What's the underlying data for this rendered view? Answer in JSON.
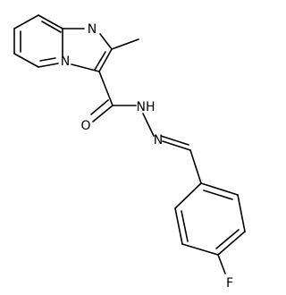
{
  "structure": {
    "atoms": {
      "n_ring": "N",
      "n_bridge": "N",
      "o_carbonyl": "O",
      "nh": "NH",
      "n_imine": "N",
      "fluorine": "F"
    },
    "colors": {
      "line": "#000000",
      "background": "#ffffff"
    }
  }
}
